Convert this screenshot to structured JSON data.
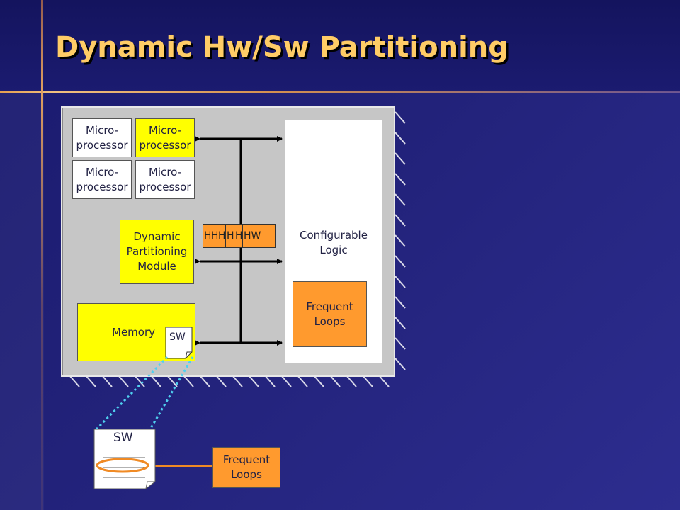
{
  "title": "Dynamic Hw/Sw Partitioning",
  "diagram": {
    "mp1": "Micro- processor",
    "mp2": "Micro- processor",
    "mp3": "Micro- processor",
    "mp4": "Micro- processor",
    "dpm": "Dynamic Partitioning Module",
    "memory": "Memory",
    "sw_small": "SW",
    "hw_blocks": [
      "H",
      "H",
      "H",
      "H",
      "H",
      "HW"
    ],
    "config_logic": "Configurable Logic",
    "freq_loops_chip": "Frequent Loops",
    "sw_doc": "SW",
    "freq_loops_out": "Frequent Loops"
  },
  "colors": {
    "background": "#22227a",
    "title": "#ffcc66",
    "yellow": "#ffff00",
    "orange": "#ff9a2e",
    "chip": "#c6c6c6",
    "dotted": "#4fd0f0"
  }
}
